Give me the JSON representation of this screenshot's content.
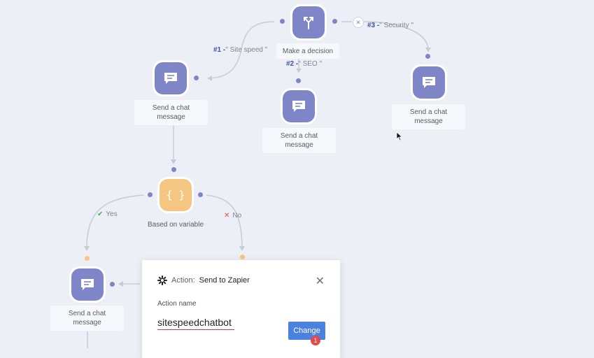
{
  "nodes": {
    "decision": {
      "label": "Make a decision"
    },
    "chat_site_speed": {
      "label": "Send a chat message"
    },
    "chat_seo": {
      "label": "Send a chat message"
    },
    "chat_security": {
      "label": "Send a chat message"
    },
    "variable": {
      "label": "Based on variable"
    },
    "chat_yes": {
      "label": "Send a chat message"
    }
  },
  "branches": {
    "b1": {
      "num": "#1 -",
      "text": "\" Site speed \""
    },
    "b2": {
      "num": "#2 -",
      "text": "\" SEO \""
    },
    "b3": {
      "num": "#3 -",
      "text": "\" Security \""
    }
  },
  "conditions": {
    "yes": {
      "mark": "✔",
      "label": "Yes",
      "color": "#3dae5b"
    },
    "no": {
      "mark": "✕",
      "label": "No",
      "color": "#e5484d"
    }
  },
  "panel": {
    "prefix": "Action:",
    "title": "Send to Zapier",
    "field_label": "Action name",
    "field_value": "sitespeedchatbot",
    "change_label": "Change",
    "badge": "1"
  },
  "colors": {
    "node": "#7f86c8",
    "variable_node": "#f5c682",
    "edge": "#c7cbd6",
    "button": "#4b82e0"
  },
  "icons": [
    "chat-bubble-icon",
    "fork-icon",
    "braces-icon",
    "zapier-icon",
    "close-icon",
    "cursor-icon"
  ]
}
